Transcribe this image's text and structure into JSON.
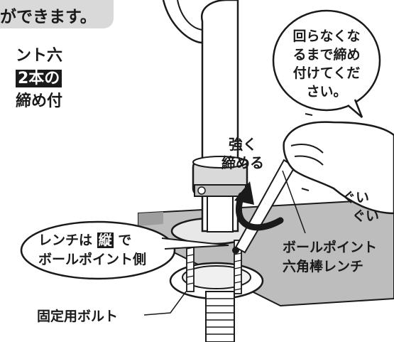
{
  "banner_text": "ができます。",
  "side_text": {
    "line1": "ント六",
    "line2_highlight": "2本の",
    "line3": "締め付"
  },
  "speech_bubble": {
    "line1": "回らなくな",
    "line2": "るまで締め",
    "line3": "付けてくだ",
    "line4": "さい。"
  },
  "tighten_label": {
    "line1": "強く",
    "line2": "締める"
  },
  "guigui_label": {
    "line1": "ぐい",
    "line2": "ぐい"
  },
  "wrench_callout": {
    "line1_prefix": "レンチは",
    "line1_box": "縦",
    "line1_suffix": "で",
    "line2": "ボールポイント側"
  },
  "ball_point_label": {
    "line1": "ボールポイント",
    "line2": "六角棒レンチ"
  },
  "bolt_label": "固定用ボルト"
}
